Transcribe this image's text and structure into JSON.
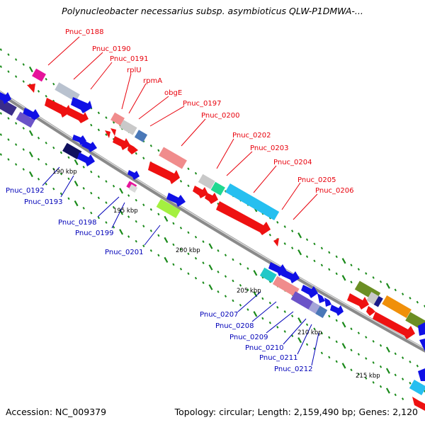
{
  "title": "Polynucleobacter necessarius subsp. asymbioticus QLW-P1DMWA-...",
  "accession": "Accession: NC_009379",
  "summary": "Topology: circular; Length: 2,159,490 bp; Genes: 2,120",
  "colors": {
    "top_label": "#e8000b",
    "bottom_label": "#0000b8",
    "backbone": "#8c8c8c",
    "tick": "#1a8a1a"
  },
  "ticks": [
    "190 kbp",
    "195 kbp",
    "200 kbp",
    "205 kbp",
    "210 kbp",
    "215 kbp"
  ],
  "top_genes": [
    "Pnuc_0188",
    "Pnuc_0190",
    "Pnuc_0191",
    "rplU",
    "rpmA",
    "obgE",
    "Pnuc_0197",
    "Pnuc_0200",
    "Pnuc_0202",
    "Pnuc_0203",
    "Pnuc_0204",
    "Pnuc_0205",
    "Pnuc_0206"
  ],
  "bottom_genes": [
    "Pnuc_0192",
    "Pnuc_0193",
    "Pnuc_0198",
    "Pnuc_0199",
    "Pnuc_0201",
    "Pnuc_0207",
    "Pnuc_0208",
    "Pnuc_0209",
    "Pnuc_0210",
    "Pnuc_0211",
    "Pnuc_0212"
  ]
}
